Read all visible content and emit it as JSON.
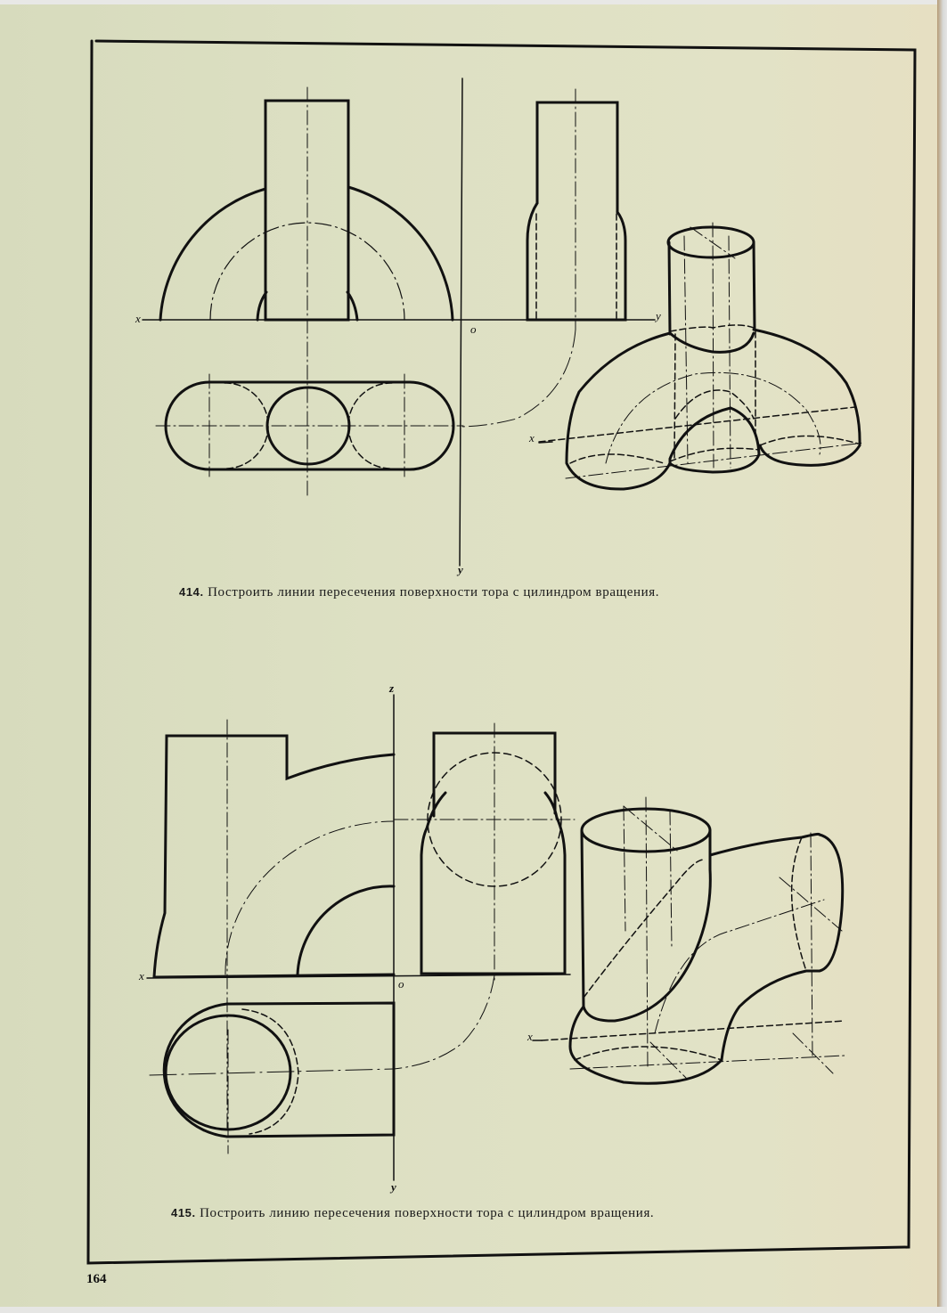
{
  "page": {
    "number": "164",
    "background_color": "#dde0c3",
    "ink_color": "#111111"
  },
  "figures": [
    {
      "id": "414",
      "number_label": "414.",
      "caption": "Построить линии пересечения поверхности тора с цилиндром вращения.",
      "axis_labels": {
        "x": "x",
        "y_right": "y",
        "y_bottom": "y",
        "origin": "o",
        "x_iso": "x"
      },
      "views": [
        "front-view",
        "side-view",
        "top-view",
        "isometric-view"
      ]
    },
    {
      "id": "415",
      "number_label": "415.",
      "caption": "Построить линию пересечения поверхности тора с цилиндром вращения.",
      "axis_labels": {
        "z": "z",
        "x": "x",
        "origin": "o",
        "y_bottom": "y",
        "x_iso": "x"
      },
      "views": [
        "front-view",
        "side-view",
        "top-view",
        "isometric-view"
      ]
    }
  ]
}
